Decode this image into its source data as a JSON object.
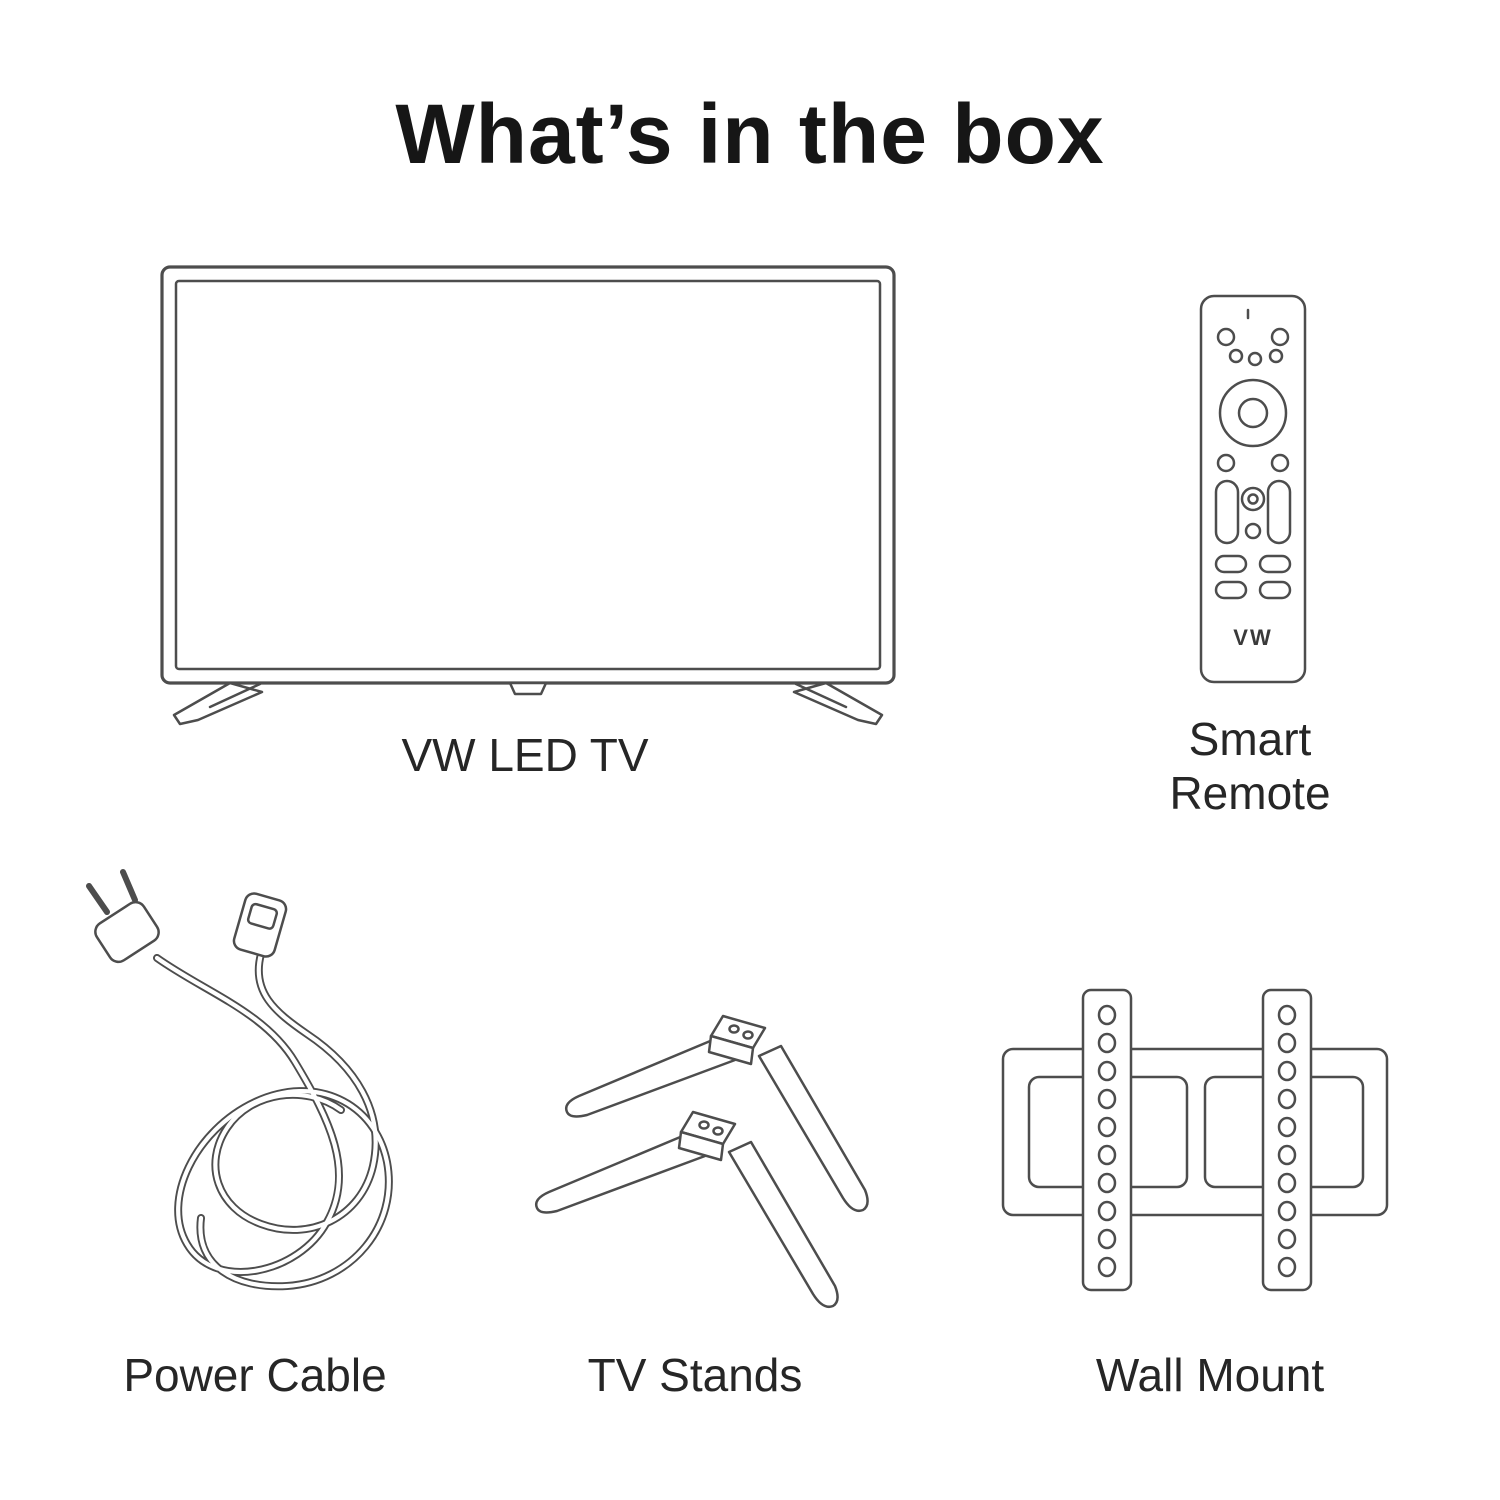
{
  "title": "What’s in the box",
  "colors": {
    "background": "#ffffff",
    "line": "#4d4d4d",
    "text": "#262626"
  },
  "items": {
    "tv": {
      "label": "VW LED TV"
    },
    "remote": {
      "label": "Smart Remote",
      "brand": "VW"
    },
    "power_cable": {
      "label": "Power Cable"
    },
    "tv_stands": {
      "label": "TV Stands"
    },
    "wall_mount": {
      "label": "Wall Mount"
    }
  }
}
